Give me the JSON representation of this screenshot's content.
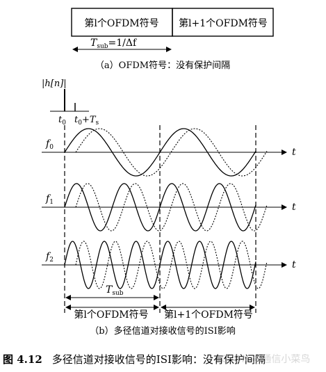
{
  "panel_a": {
    "symbol_l": "第l个OFDM符号",
    "symbol_l1": "第l+1个OFDM符号",
    "tsub_label": "T",
    "tsub_sub": "sub",
    "tsub_rhs": "=1/Δf",
    "caption": "（a）OFDM符号：没有保护间隔"
  },
  "impulse": {
    "h_label": "|h[n]|",
    "t0_label": "t",
    "t0_sub": "0",
    "t0ts_prefix": "t",
    "t0ts_sub": "0",
    "t0ts_plus": "+T",
    "t0ts_sub2": "s"
  },
  "rows": [
    {
      "name": "f",
      "sub": "0",
      "axis": "t"
    },
    {
      "name": "f",
      "sub": "1",
      "axis": "t"
    },
    {
      "name": "f",
      "sub": "2",
      "axis": "t"
    }
  ],
  "panel_b": {
    "tsub_label": "T",
    "tsub_sub": "sub",
    "symbol_l": "第l个OFDM符号",
    "symbol_l1": "第l+1个OFDM符号",
    "caption": "（b）多径信道对接收信号的ISI影响"
  },
  "figure_caption": {
    "number": "图 4.12",
    "text": "多径信道对接收信号的ISI影响：没有保护间隔",
    "watermark": "CSDN @通信小菜鸟"
  }
}
